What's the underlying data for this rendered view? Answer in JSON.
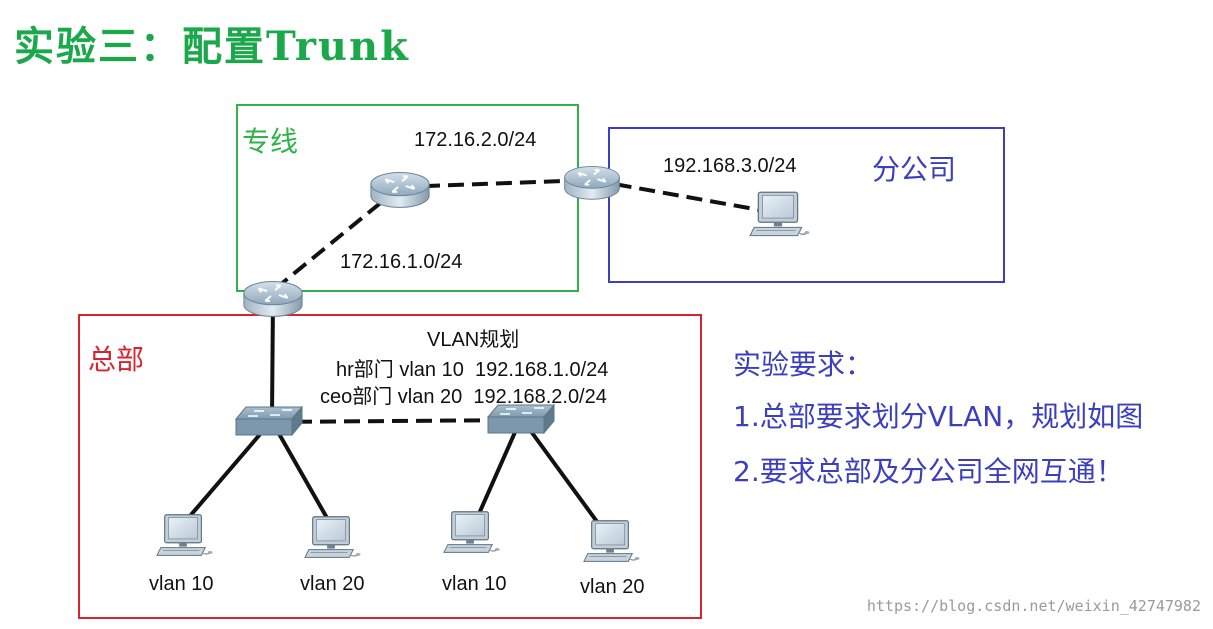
{
  "title": "实验三：配置Trunk",
  "regions": {
    "leased_line": "专线",
    "branch": "分公司",
    "headquarters": "总部"
  },
  "networks": {
    "wan_top": "172.16.2.0/24",
    "wan_left": "172.16.1.0/24",
    "branch_lan": "192.168.3.0/24"
  },
  "vlan_plan": {
    "heading": "VLAN规划",
    "hr_row": "hr部门 vlan 10  192.168.1.0/24",
    "ceo_row": "ceo部门 vlan 20  192.168.2.0/24"
  },
  "pc_labels": [
    "vlan 10",
    "vlan 20",
    "vlan 10",
    "vlan 20"
  ],
  "requirements": {
    "heading": "实验要求：",
    "item1": "1.总部要求划分VLAN，规划如图",
    "item2": "2.要求总部及分公司全网互通！"
  },
  "watermark": "https://blog.csdn.net/weixin_42747982",
  "colors": {
    "title": "#1aa84b",
    "leased_line_box": "#2fb34a",
    "branch_box": "#3b3fbf",
    "headquarters_box": "#d8242f",
    "requirements_text": "#3b3fbf"
  },
  "icons": [
    "router-icon",
    "switch-icon",
    "pc-icon"
  ]
}
